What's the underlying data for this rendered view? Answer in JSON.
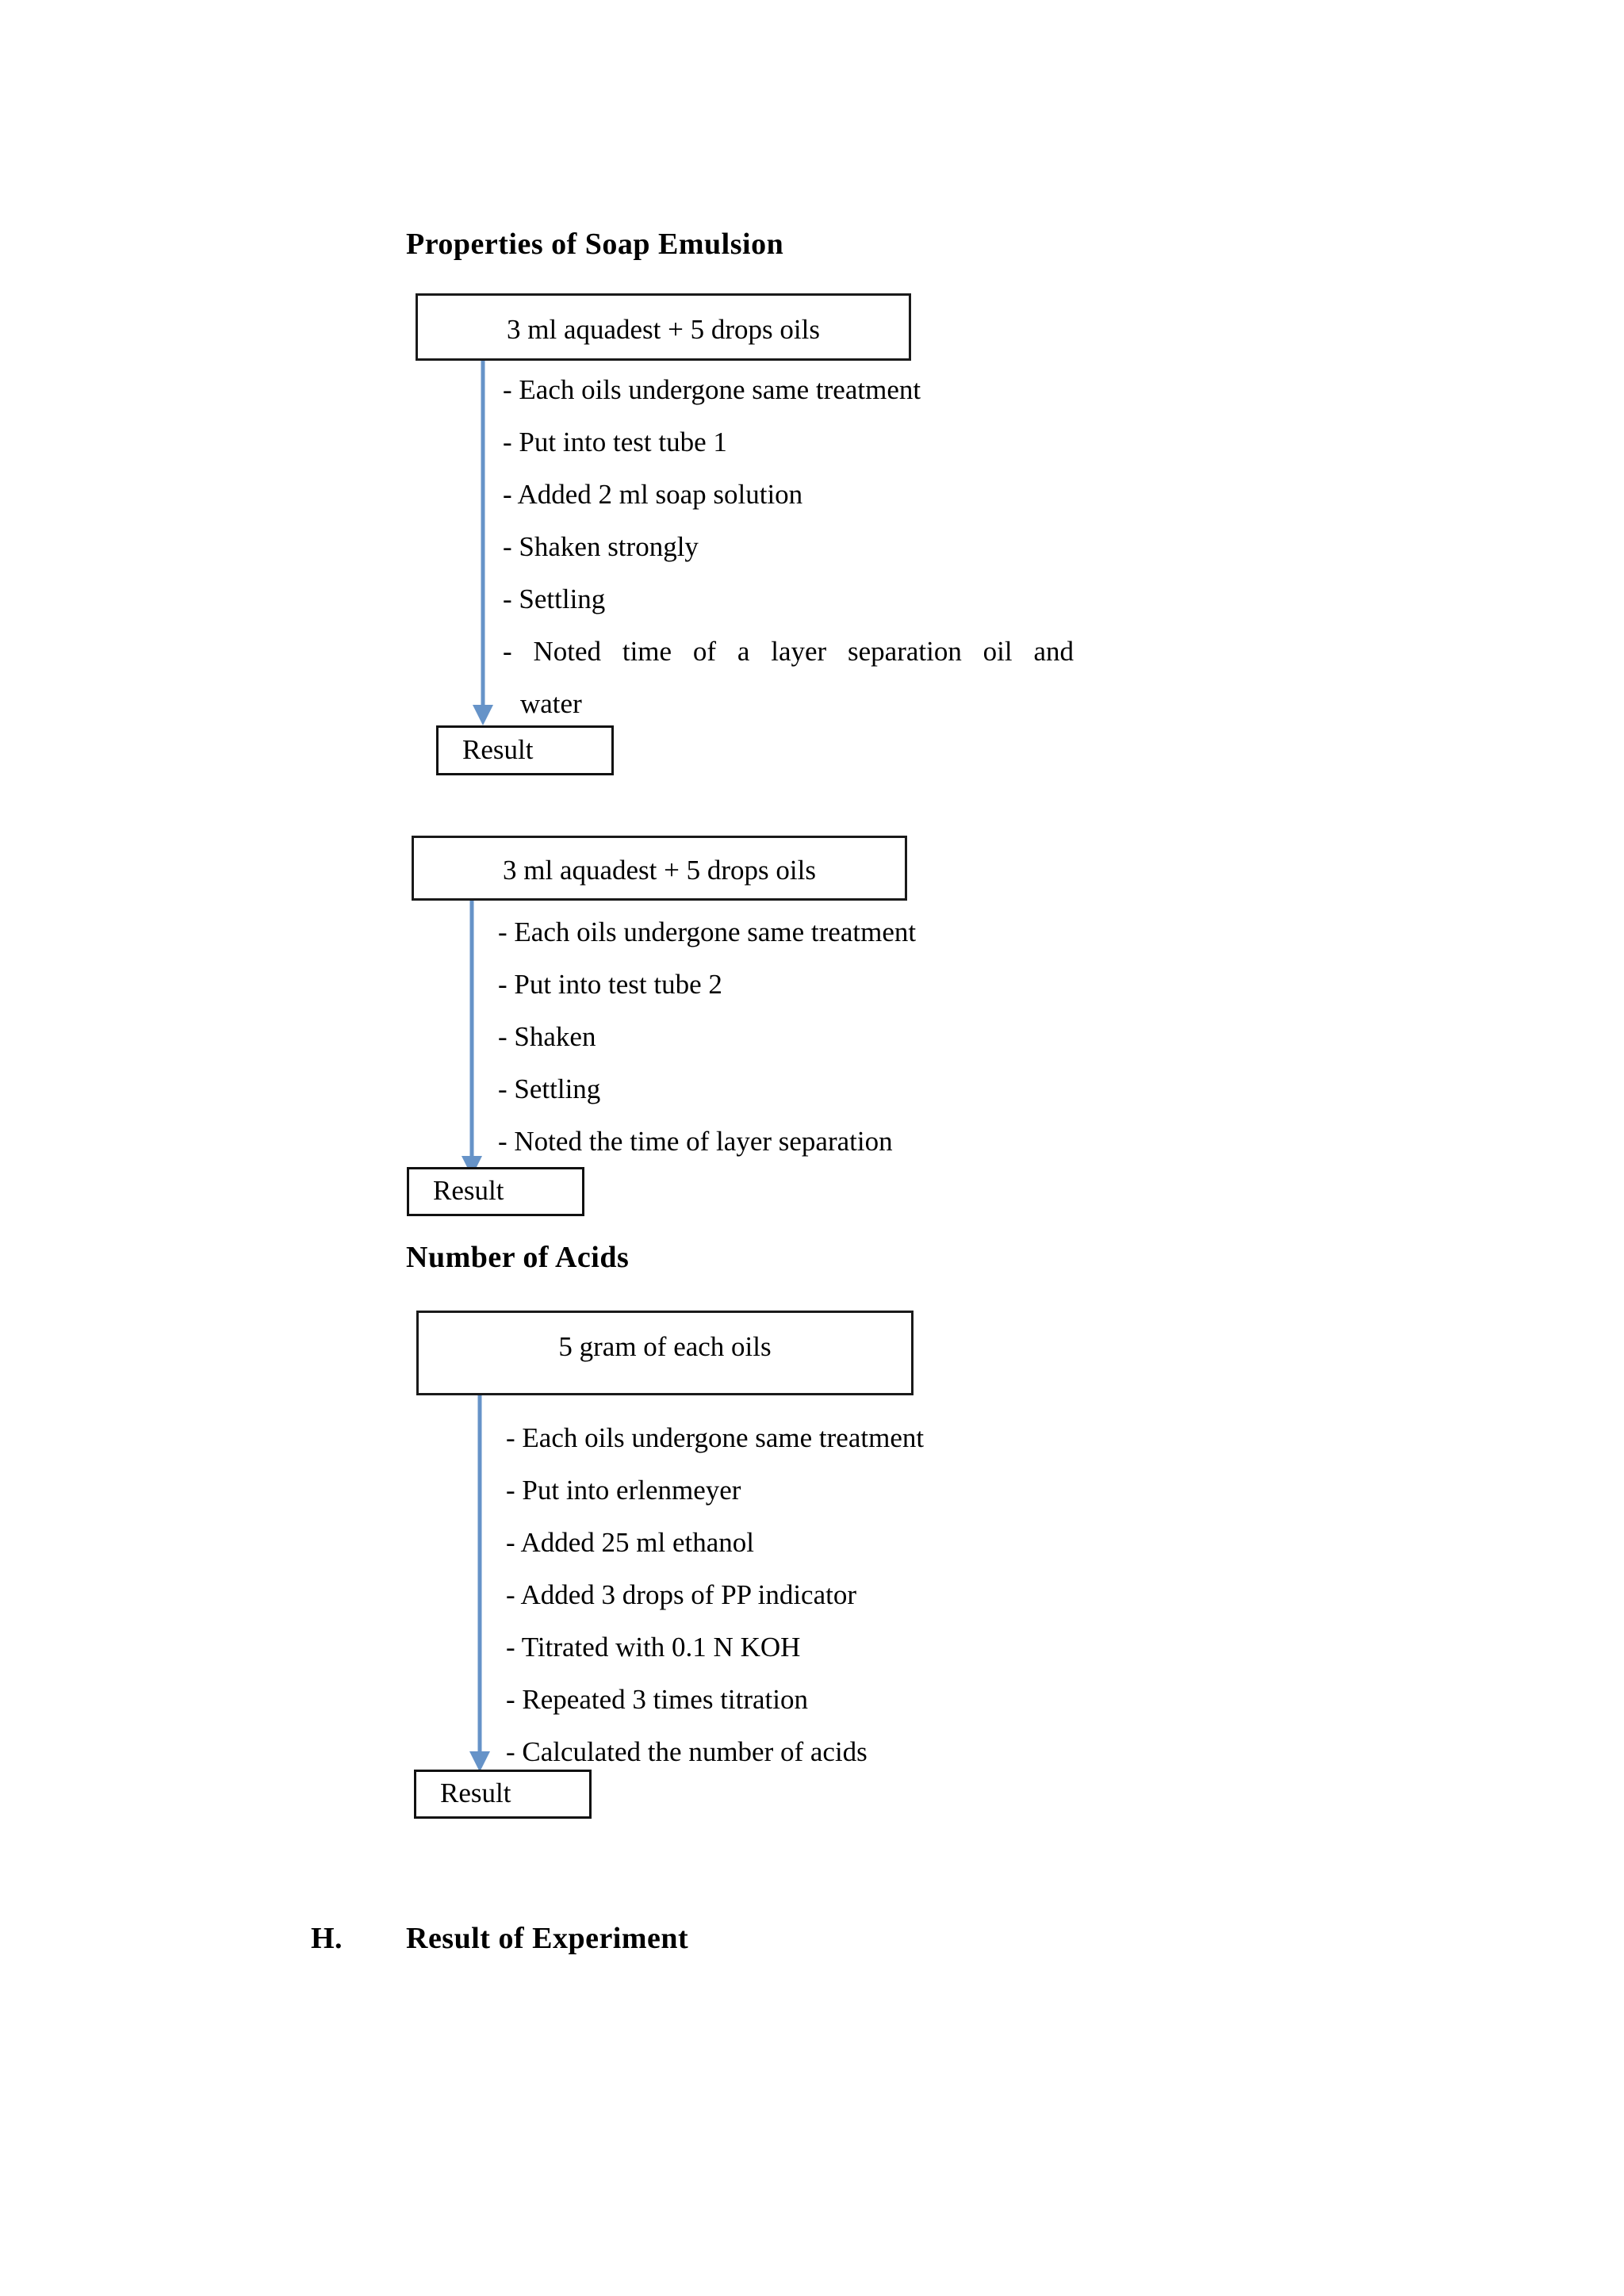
{
  "document": {
    "sections": [
      {
        "id": "properties-of-soap-emulsion",
        "heading": "Properties of Soap Emulsion",
        "blocks": [
          {
            "id": "soap-emulsion-tube-1",
            "start_box": "3 ml aquadest + 5 drops oils",
            "steps": [
              "- Each oils undergone same treatment",
              "- Put into test tube 1",
              "- Added 2 ml soap solution",
              "- Shaken strongly",
              "- Settling",
              "- Noted time of a layer separation oil and",
              "water"
            ],
            "result_box": "Result"
          },
          {
            "id": "soap-emulsion-tube-2",
            "start_box": "3 ml aquadest + 5 drops oils",
            "steps": [
              "- Each oils undergone same treatment",
              "- Put into test tube 2",
              "- Shaken",
              "- Settling",
              "- Noted the time of layer separation"
            ],
            "result_box": "Result"
          }
        ]
      },
      {
        "id": "number-of-acids",
        "heading": "Number of Acids",
        "blocks": [
          {
            "id": "number-of-acids-titration",
            "start_box": "5 gram of each oils",
            "steps": [
              "- Each oils undergone same treatment",
              "- Put into erlenmeyer",
              "- Added 25 ml ethanol",
              "- Added 3 drops of PP indicator",
              "- Titrated with 0.1 N KOH",
              "- Repeated 3 times titration",
              "- Calculated the number of acids"
            ],
            "result_box": "Result"
          }
        ]
      }
    ],
    "footer_heading": {
      "letter": "H.",
      "title": "Result of Experiment"
    }
  },
  "colors": {
    "arrow": "#6693c8",
    "box_border": "#1a1a1a",
    "text": "#000000",
    "background": "#ffffff"
  }
}
